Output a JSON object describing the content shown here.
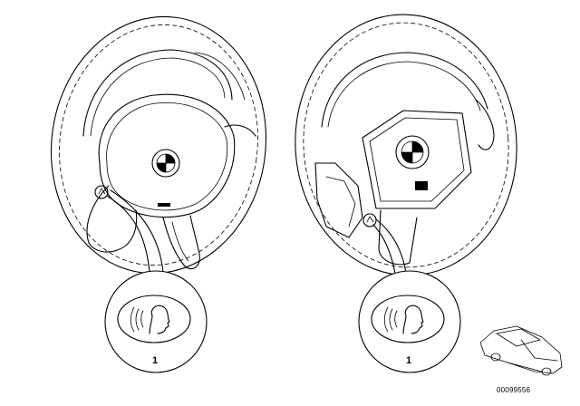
{
  "callouts": [
    {
      "label": "1"
    },
    {
      "label": "1"
    }
  ],
  "diagram_code": "00099556",
  "icon": "voice-command-icon"
}
